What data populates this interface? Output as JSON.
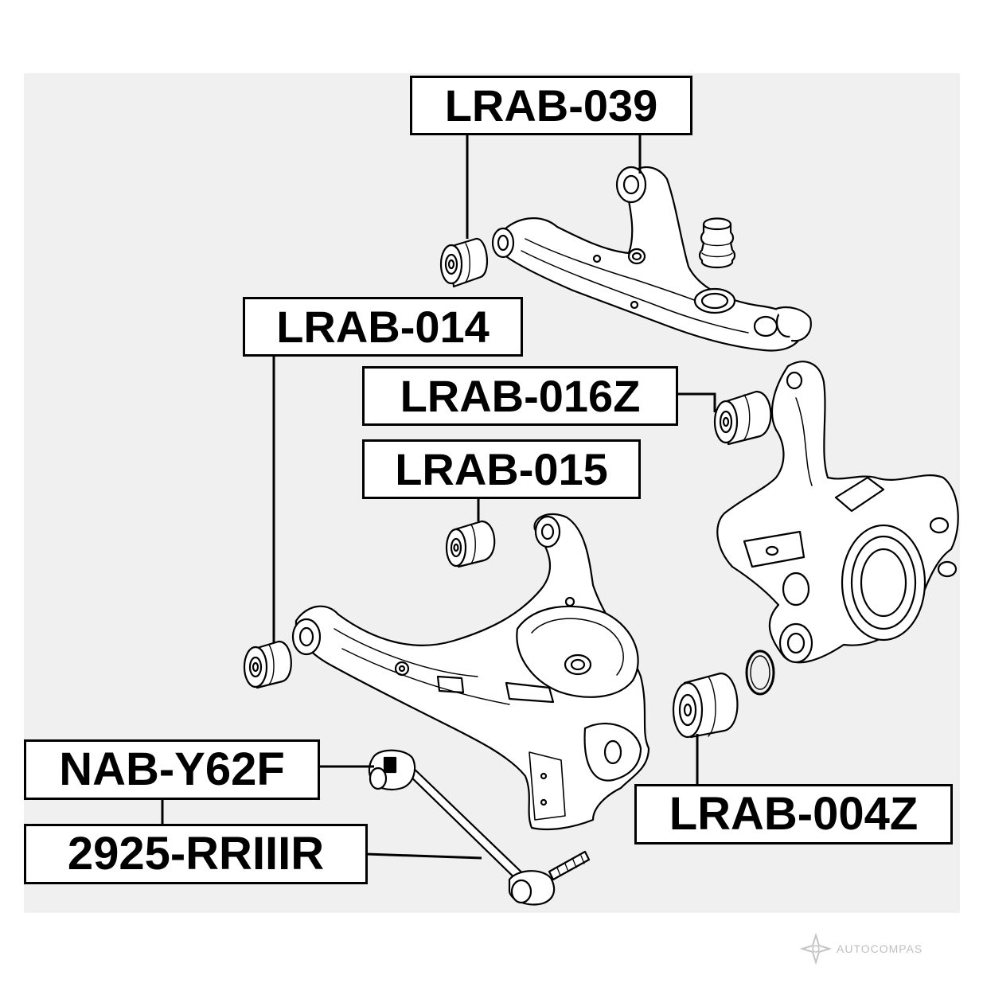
{
  "labels": {
    "lrab_039": "LRAB-039",
    "lrab_014": "LRAB-014",
    "lrab_016z": "LRAB-016Z",
    "lrab_015": "LRAB-015",
    "nab_y62f": "NAB-Y62F",
    "p2925": "2925-RRIIIR",
    "lrab_004z": "LRAB-004Z"
  },
  "watermark": {
    "text": "AUTOCOMPAS",
    "icon": "autocompas-star-icon"
  },
  "colors": {
    "line": "#000000",
    "panel": "#f0f0f0",
    "part_fill": "#ffffff",
    "watermark": "#c4c4c4"
  }
}
